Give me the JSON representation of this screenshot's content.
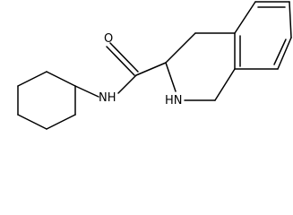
{
  "molecule": {
    "atoms": {
      "oxygen": "O",
      "amide_nitrogen": "NH",
      "ring_nitrogen": "HN"
    },
    "colors": {
      "bond": "#000000",
      "label": "#000000",
      "background": "#ffffff"
    }
  }
}
